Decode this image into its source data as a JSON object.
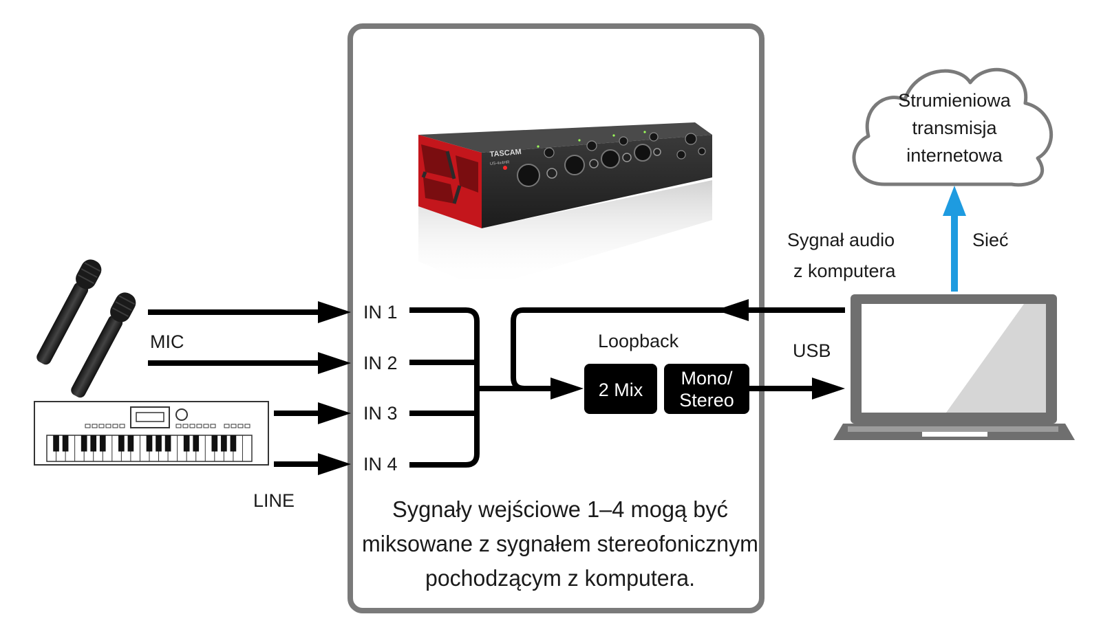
{
  "labels": {
    "in1": "IN 1",
    "in2": "IN 2",
    "in3": "IN 3",
    "in4": "IN 4",
    "mic": "MIC",
    "line": "LINE",
    "loopback": "Loopback",
    "mix": "2 Mix",
    "mono_stereo": [
      "Mono/",
      "Stereo"
    ],
    "usb": "USB",
    "audio_from_pc": [
      "Sygnał audio",
      "z komputera"
    ],
    "network": "Sieć",
    "cloud": [
      "Strumieniowa",
      "transmisja",
      "internetowa"
    ],
    "caption": [
      "Sygnały wejściowe 1–4 mogą być",
      "miksowane z sygnałem stereofonicznym",
      "pochodzącym z komputera."
    ],
    "device_brand": "TASCAM",
    "device_model": "US-4x4HR"
  },
  "icons": {
    "microphones": "microphone-icon",
    "keyboard": "keyboard-icon",
    "interface": "audio-interface-image",
    "laptop": "laptop-icon",
    "cloud": "cloud-icon"
  },
  "colors": {
    "frame": "#7a7a7a",
    "line": "#000000",
    "network_arrow": "#1e9be0",
    "device_red": "#c4161c",
    "box_fill": "#000000"
  }
}
